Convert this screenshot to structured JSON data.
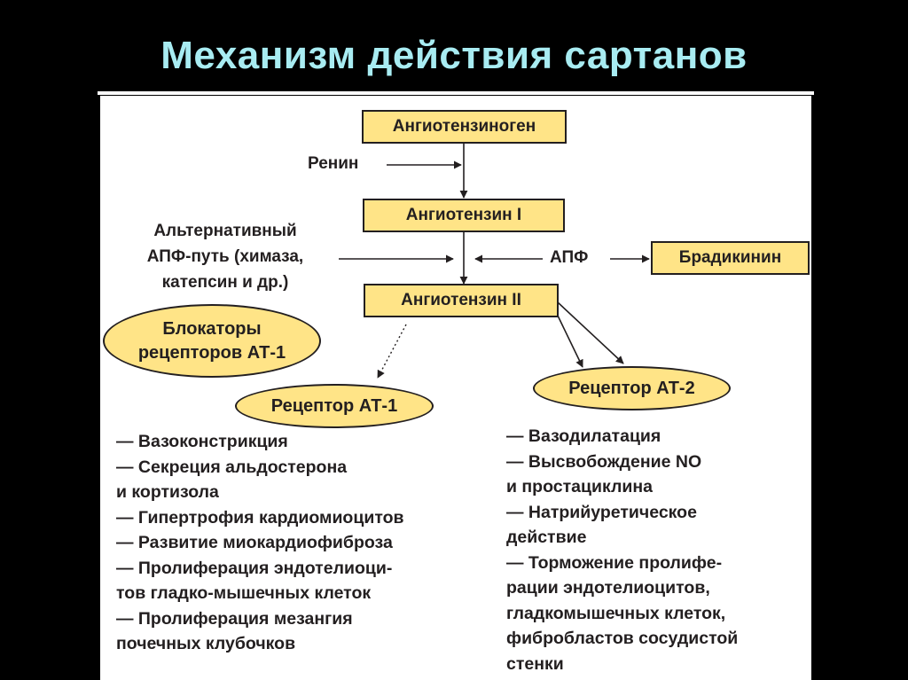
{
  "title": "Механизм действия сартанов",
  "colors": {
    "background": "#000000",
    "title": "#a8ecf2",
    "box_fill": "#ffe487",
    "outline": "#231f20",
    "panel": "#ffffff"
  },
  "nodes": {
    "angiotensinogen": "Ангиотензиноген",
    "renin": "Ренин",
    "angiotensin1": "Ангиотензин I",
    "alternative_path": [
      "Альтернативный",
      "АПФ-путь (химаза,",
      "катепсин и др.)"
    ],
    "ace": "АПФ",
    "bradykinin": "Брадикинин",
    "angiotensin2": "Ангиотензин II",
    "blockers": [
      "Блокаторы",
      "рецепторов АТ-1"
    ],
    "receptor_at1": "Рецептор АТ-1",
    "receptor_at2": "Рецептор АТ-2"
  },
  "effects_at1": [
    "— Вазоконстрикция",
    "— Секреция альдостерона",
    "и кортизола",
    "— Гипертрофия кардиомиоцитов",
    "— Развитие миокардиофиброза",
    "— Пролиферация эндотелиоци-",
    "тов гладко-мышечных клеток",
    "— Пролиферация мезангия",
    "почечных клубочков"
  ],
  "effects_at2": [
    "— Вазодилатация",
    "— Высвобождение NO",
    "и простациклина",
    "— Натрийуретическое",
    "действие",
    "— Торможение пролифе-",
    "рации эндотелиоцитов,",
    "гладкомышечных клеток,",
    "фибробластов сосудистой",
    "стенки"
  ]
}
